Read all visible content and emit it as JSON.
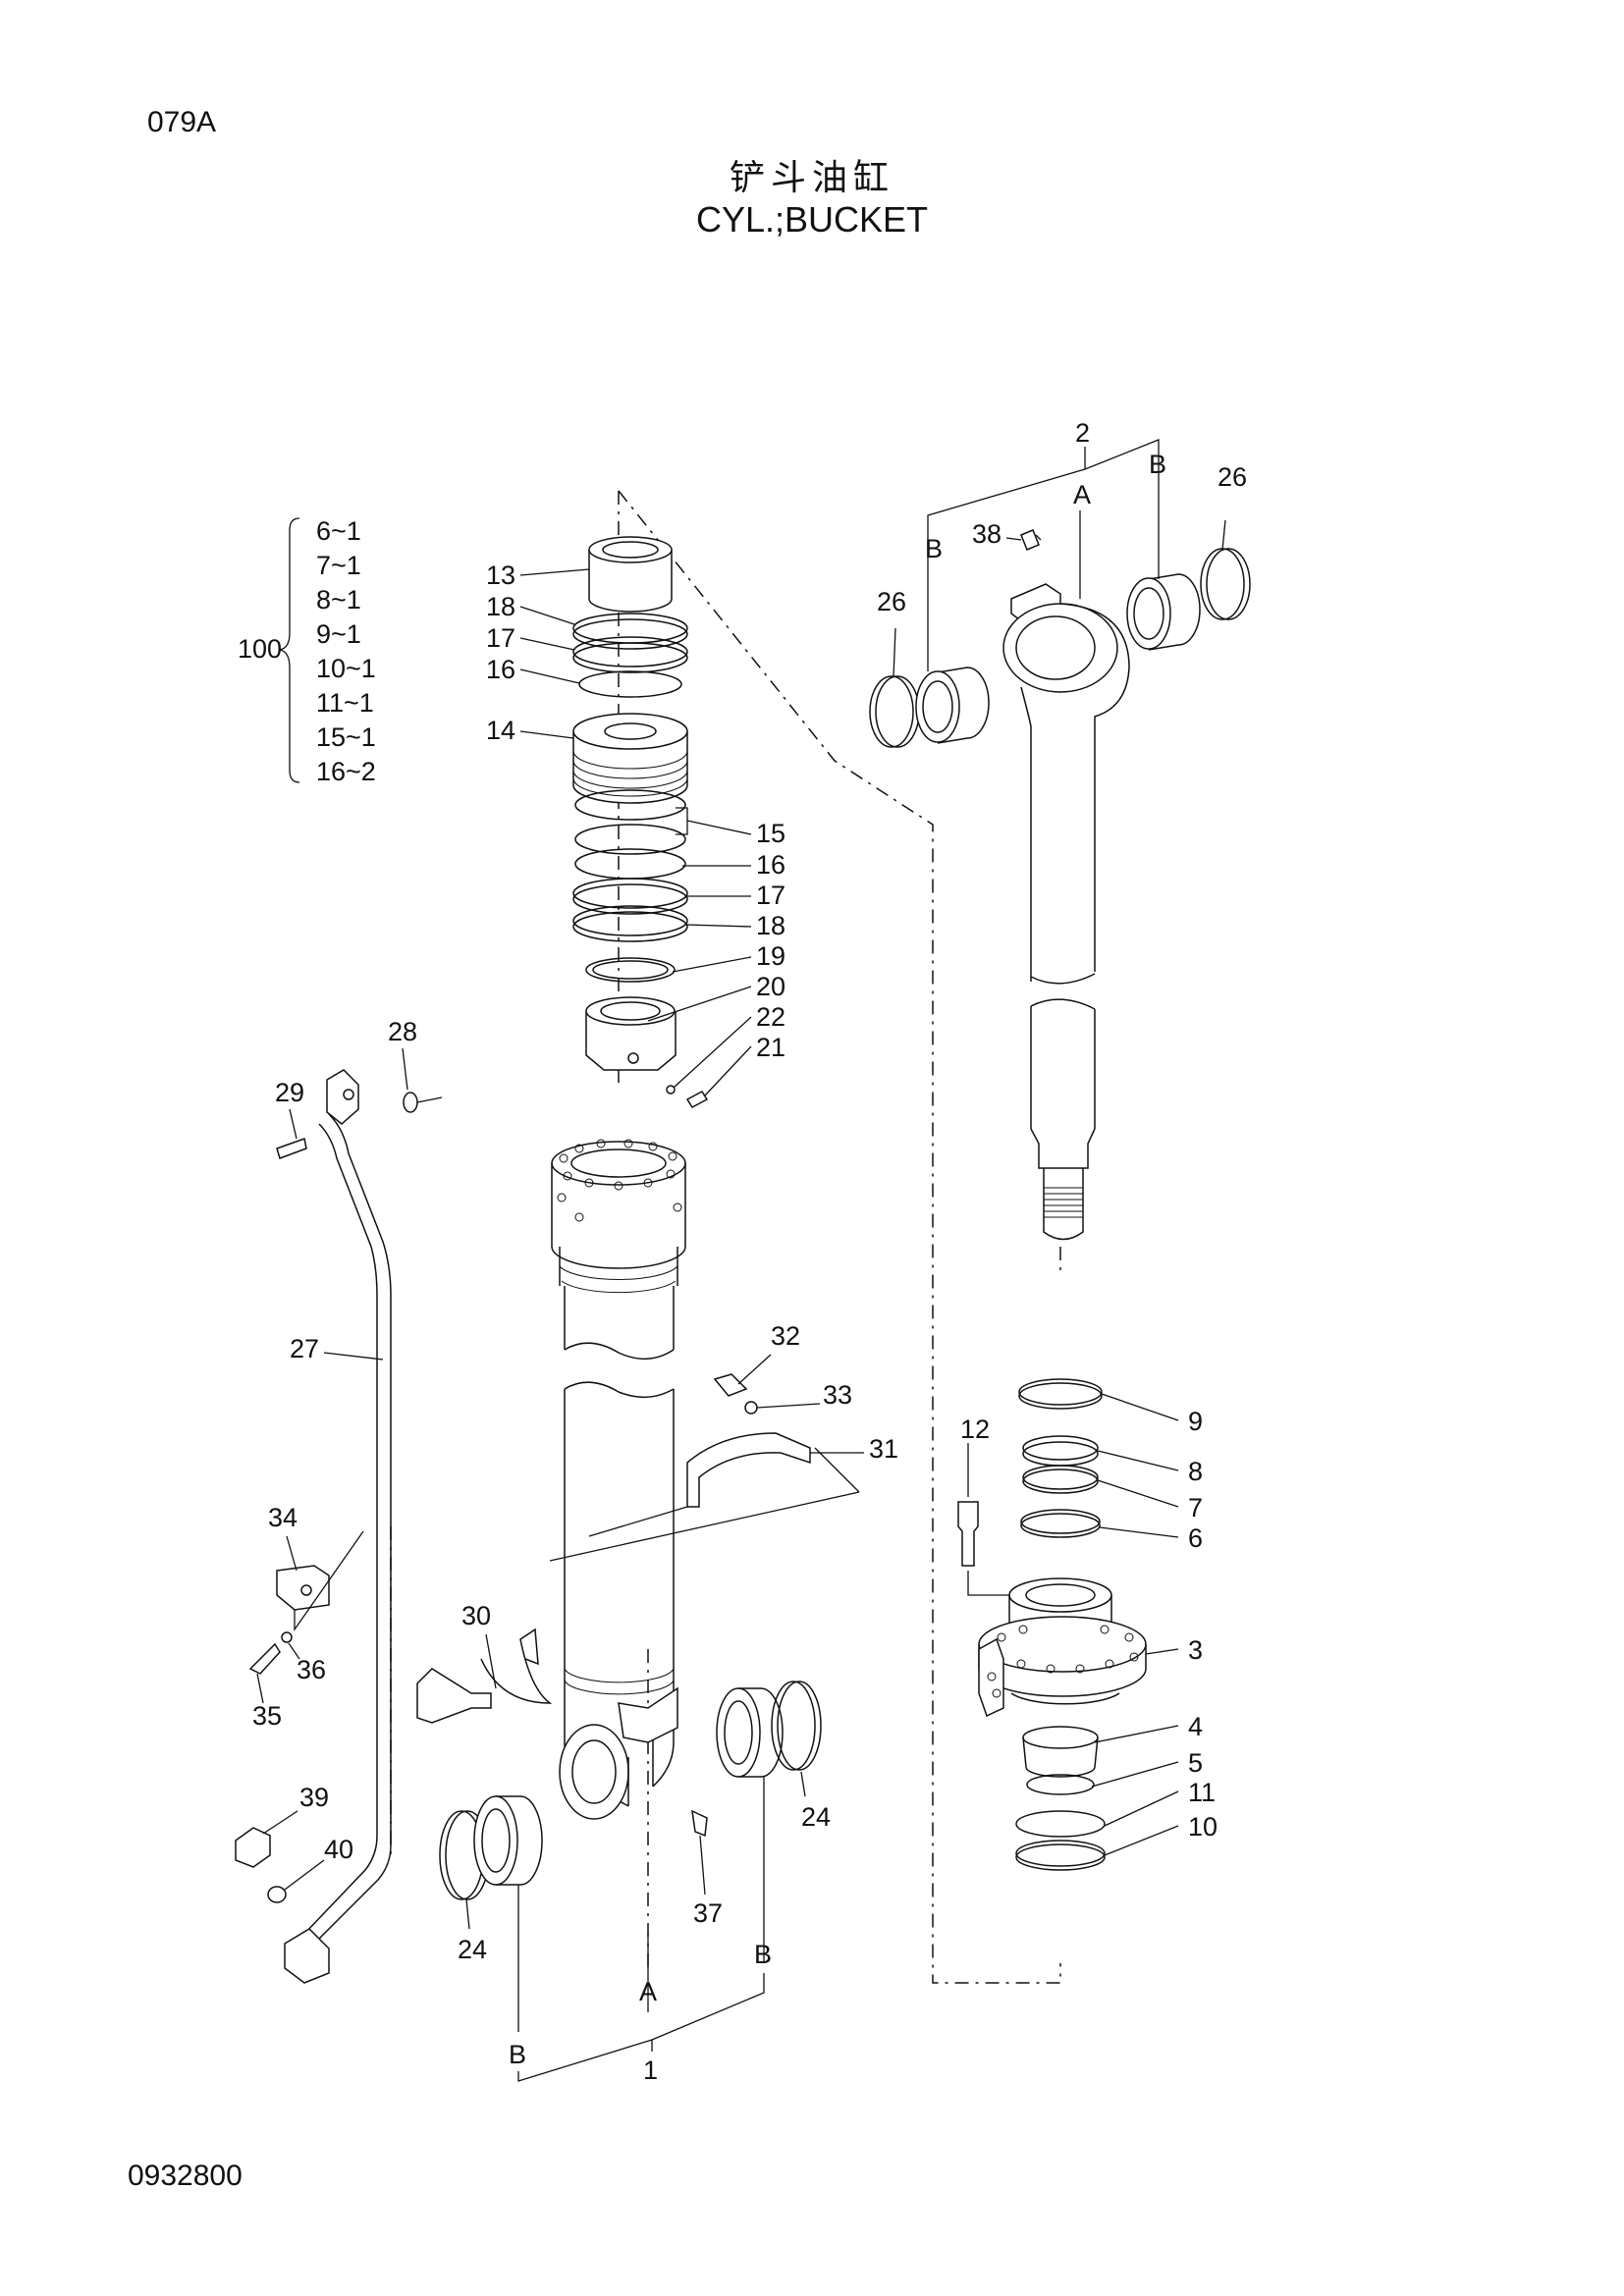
{
  "header": {
    "page_code": "079A",
    "title_cn": "铲斗油缸",
    "title_en": "CYL.;BUCKET"
  },
  "footer": {
    "drawing_number": "0932800"
  },
  "kit": {
    "number": "100",
    "items": [
      "6~1",
      "7~1",
      "8~1",
      "9~1",
      "10~1",
      "11~1",
      "15~1",
      "16~2"
    ]
  },
  "callouts": {
    "c1": "1",
    "c2": "2",
    "c3": "3",
    "c4": "4",
    "c5": "5",
    "c6": "6",
    "c7": "7",
    "c8": "8",
    "c9": "9",
    "c10": "10",
    "c11": "11",
    "c12": "12",
    "c13": "13",
    "c14": "14",
    "c15": "15",
    "c16a": "16",
    "c16b": "16",
    "c17a": "17",
    "c17b": "17",
    "c18a": "18",
    "c18b": "18",
    "c19": "19",
    "c20": "20",
    "c21": "21",
    "c22": "22",
    "c24a": "24",
    "c24b": "24",
    "c26a": "26",
    "c26b": "26",
    "c27": "27",
    "c28": "28",
    "c29": "29",
    "c30": "30",
    "c31": "31",
    "c32": "32",
    "c33": "33",
    "c34": "34",
    "c35": "35",
    "c36": "36",
    "c37": "37",
    "c38": "38",
    "c39": "39",
    "c40": "40",
    "A_top": "A",
    "B_top_left": "B",
    "B_top_right": "B",
    "A_bottom": "A",
    "B_bottom_left": "B",
    "B_bottom_right": "B"
  }
}
